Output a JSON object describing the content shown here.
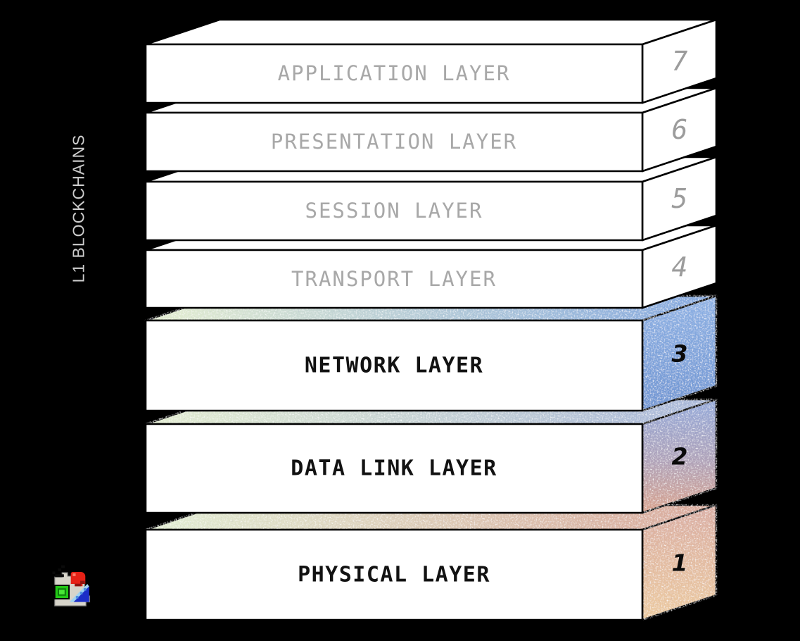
{
  "side_title": "L1 BLOCKCHAINS",
  "layers": [
    {
      "number": "7",
      "label": "APPLICATION LAYER",
      "group": "osi"
    },
    {
      "number": "6",
      "label": "PRESENTATION LAYER",
      "group": "osi"
    },
    {
      "number": "5",
      "label": "SESSION LAYER",
      "group": "osi"
    },
    {
      "number": "4",
      "label": "TRANSPORT LAYER",
      "group": "osi"
    },
    {
      "number": "3",
      "label": "NETWORK LAYER",
      "group": "blockchain"
    },
    {
      "number": "2",
      "label": "DATA LINK LAYER",
      "group": "blockchain"
    },
    {
      "number": "1",
      "label": "PHYSICAL LAYER",
      "group": "blockchain"
    }
  ],
  "icons": {
    "bottom_left": "broken-image-icon"
  },
  "colors": {
    "background": "#000000",
    "face_white": "#ffffff",
    "outline": "#000000",
    "osi_label_gray": "#a8a8a8",
    "osi_number_gray": "#9c9c9c",
    "blockchain_text": "#121212",
    "side_title_gray": "#cdcdcd",
    "strip_green": "#e0ead0",
    "layer3_strip_right": "#86aade",
    "layer2_strip_right": "#a9b8d8",
    "layer1_strip_right": "#d9ab9c",
    "layer3_side_top": "#8fb2e4",
    "layer3_side_bottom": "#6f95d2",
    "layer2_side_top": "#93a9da",
    "layer2_side_mid": "#b0a2b8",
    "layer2_side_bottom": "#d9a28c",
    "layer1_side_top": "#d9aca1",
    "layer1_side_bottom": "#ecca9f"
  }
}
